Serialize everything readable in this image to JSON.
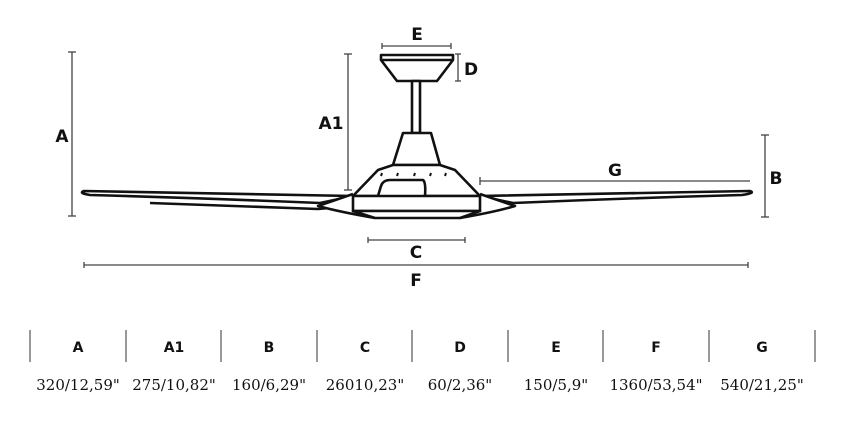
{
  "diagram": {
    "labels": {
      "A": "A",
      "A1": "A1",
      "B": "B",
      "C": "C",
      "D": "D",
      "E": "E",
      "F": "F",
      "G": "G"
    }
  },
  "table": {
    "columns": [
      {
        "header": "A",
        "value": "320/12,59\""
      },
      {
        "header": "A1",
        "value": "275/10,82\""
      },
      {
        "header": "B",
        "value": "160/6,29\""
      },
      {
        "header": "C",
        "value": "26010,23\""
      },
      {
        "header": "D",
        "value": "60/2,36\""
      },
      {
        "header": "E",
        "value": "150/5,9\""
      },
      {
        "header": "F",
        "value": "1360/53,54\""
      },
      {
        "header": "G",
        "value": "540/21,25\""
      }
    ]
  }
}
